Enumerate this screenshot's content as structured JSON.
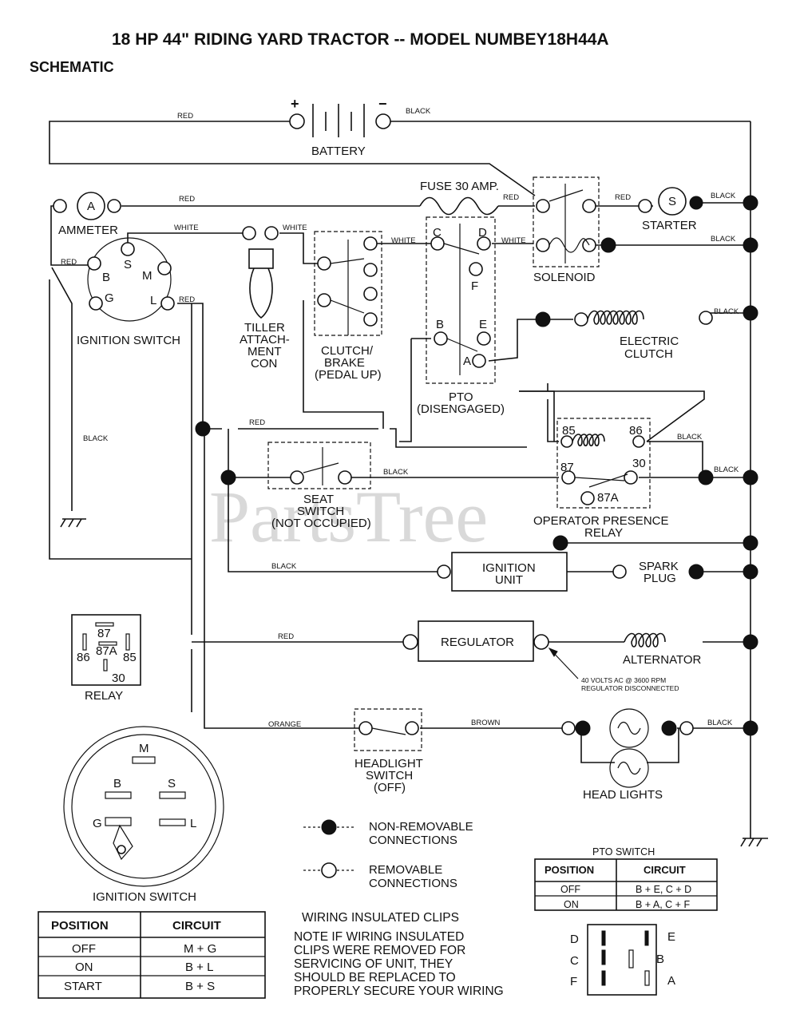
{
  "title": "18 HP 44\" RIDING YARD TRACTOR -- MODEL NUMBEY18H44A",
  "subtitle": "SCHEMATIC",
  "watermark": "PartsTree",
  "components": {
    "battery": "BATTERY",
    "battery_plus": "+",
    "battery_minus": "−",
    "fuse": "FUSE 30 AMP.",
    "ammeter": "AMMETER",
    "ammeter_symbol": "A",
    "starter": "STARTER",
    "starter_symbol": "S",
    "solenoid": "SOLENOID",
    "ignition_switch": "IGNITION SWITCH",
    "tiller_lines": [
      "TILLER",
      "ATTACH-",
      "MENT",
      "CON"
    ],
    "clutch_brake_lines": [
      "CLUTCH/",
      "BRAKE",
      "(PEDAL UP)"
    ],
    "pto_lines": [
      "PTO",
      "(DISENGAGED)"
    ],
    "electric_clutch_lines": [
      "ELECTRIC",
      "CLUTCH"
    ],
    "seat_switch_lines": [
      "SEAT",
      "SWITCH",
      "(NOT OCCUPIED)"
    ],
    "opr_lines": [
      "OPERATOR PRESENCE",
      "RELAY"
    ],
    "ignition_unit_lines": [
      "IGNITION",
      "UNIT"
    ],
    "spark_plug_lines": [
      "SPARK",
      "PLUG"
    ],
    "regulator": "REGULATOR",
    "alternator": "ALTERNATOR",
    "regulator_note_lines": [
      "40 VOLTS AC @ 3600 RPM",
      "REGULATOR DISCONNECTED"
    ],
    "headlight_switch_lines": [
      "HEADLIGHT",
      "SWITCH",
      "(OFF)"
    ],
    "head_lights": "HEAD LIGHTS",
    "relay": "RELAY",
    "ignition_switch_bottom": "IGNITION SWITCH"
  },
  "terminals": {
    "ign_S": "S",
    "ign_B": "B",
    "ign_M": "M",
    "ign_G": "G",
    "ign_L": "L",
    "pto_C": "C",
    "pto_D": "D",
    "pto_F": "F",
    "pto_B": "B",
    "pto_E": "E",
    "pto_A": "A",
    "relay_85": "85",
    "relay_86": "86",
    "relay_87": "87",
    "relay_30": "30",
    "relay_87A": "87A"
  },
  "wire_colors": {
    "red": "RED",
    "black": "BLACK",
    "white": "WHITE",
    "orange": "ORANGE",
    "brown": "BROWN"
  },
  "legend": {
    "non_removable_lines": [
      "NON-REMOVABLE",
      "CONNECTIONS"
    ],
    "removable_lines": [
      "REMOVABLE",
      "CONNECTIONS"
    ]
  },
  "ignition_table": {
    "headers": [
      "POSITION",
      "CIRCUIT"
    ],
    "rows": [
      [
        "OFF",
        "M + G"
      ],
      [
        "ON",
        "B + L"
      ],
      [
        "START",
        "B + S"
      ]
    ]
  },
  "pto_table": {
    "caption": "PTO SWITCH",
    "headers": [
      "POSITION",
      "CIRCUIT"
    ],
    "rows": [
      [
        "OFF",
        "B + E, C + D"
      ],
      [
        "ON",
        "B + A, C + F"
      ]
    ]
  },
  "clips_note": {
    "heading": "WIRING INSULATED CLIPS",
    "lines": [
      "NOTE  IF WIRING INSULATED",
      "CLIPS WERE REMOVED FOR",
      "SERVICING OF UNIT, THEY",
      "SHOULD BE REPLACED TO",
      "PROPERLY SECURE YOUR WIRING"
    ]
  },
  "relay_pinout": {
    "p87": "87",
    "p87A": "87A",
    "p86": "86",
    "p85": "85",
    "p30": "30"
  },
  "ign_pinout": {
    "M": "M",
    "B": "B",
    "S": "S",
    "G": "G",
    "L": "L"
  },
  "pto_pinout": {
    "D": "D",
    "C": "C",
    "F": "F",
    "E": "E",
    "B": "B",
    "A": "A"
  }
}
